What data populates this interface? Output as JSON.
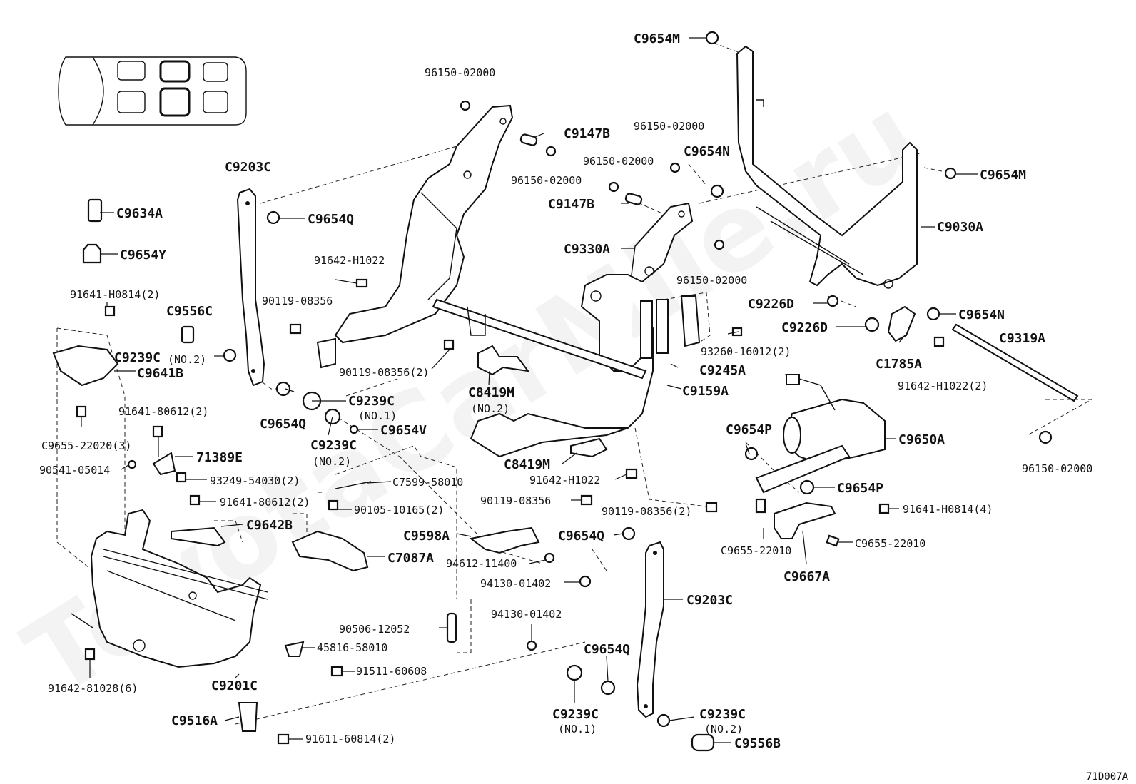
{
  "watermark": "ToyotaCarMile.ru",
  "diagram_code": "71D007A",
  "labels": {
    "C9654M_top": "C9654M",
    "p96150_a": "96150-02000",
    "C9147B_a": "C9147B",
    "p96150_b": "96150-02000",
    "p96150_c": "96150-02000",
    "C9654N_a": "C9654N",
    "p96150_d": "96150-02000",
    "C9654M_r": "C9654M",
    "C9147B_b": "C9147B",
    "C9030A": "C9030A",
    "C9203C_a": "C9203C",
    "C9654Q_a": "C9654Q",
    "C9330A": "C9330A",
    "p96150_e": "96150-02000",
    "C9634A": "C9634A",
    "C9654Y": "C9654Y",
    "p91642_H1022_a": "91642-H1022",
    "C9226D_a": "C9226D",
    "C9654N_b": "C9654N",
    "p91641_H0814_2": "91641-H0814(2)",
    "p90119_a": "90119-08356",
    "C9226D_b": "C9226D",
    "C9319A": "C9319A",
    "C9556C": "C9556C",
    "p93260": "93260-16012(2)",
    "C1785A": "C1785A",
    "C9239C_no2_a": "C9239C",
    "no2_a": "(NO.2)",
    "C9641B": "C9641B",
    "p90119_2_a": "90119-08356(2)",
    "C9245A": "C9245A",
    "p91642_H1022_2": "91642-H1022(2)",
    "C9159A": "C9159A",
    "C8419M_a": "C8419M",
    "no2_b": "(NO.2)",
    "C9239C_no1_a": "C9239C",
    "no1_a": "(NO.1)",
    "p91641_80612_2a": "91641-80612(2)",
    "C9654Q_b": "C9654Q",
    "C9654V": "C9654V",
    "C9654P_a": "C9654P",
    "C9650A": "C9650A",
    "C9655_22020": "C9655-22020(3)",
    "C9239C_no2_b": "C9239C",
    "no2_c": "(NO.2)",
    "p96150_f": "96150-02000",
    "p71389E": "71389E",
    "C8419M_b": "C8419M",
    "p90541": "90541-05014",
    "p91642_H1022_b": "91642-H1022",
    "p93249": "93249-54030(2)",
    "C7599": "C7599-58010",
    "C9654P_b": "C9654P",
    "p91641_80612_2b": "91641-80612(2)",
    "p90119_b": "90119-08356",
    "p90119_2_b": "90119-08356(2)",
    "p90105": "90105-10165(2)",
    "p91641_H0814_4": "91641-H0814(4)",
    "C9642B": "C9642B",
    "C9598A": "C9598A",
    "C9654Q_c": "C9654Q",
    "C9655_22010_a": "C9655-22010",
    "C9655_22010_b": "C9655-22010",
    "C7087A": "C7087A",
    "p94612": "94612-11400",
    "C9667A": "C9667A",
    "p94130_a": "94130-01402",
    "C9203C_b": "C9203C",
    "p94130_b": "94130-01402",
    "p90506": "90506-12052",
    "p45816": "45816-58010",
    "C9654Q_d": "C9654Q",
    "p91511": "91511-60608",
    "p91642_81028": "91642-81028(6)",
    "C9201C": "C9201C",
    "C9239C_no1_b": "C9239C",
    "no1_b": "(NO.1)",
    "C9239C_no2_c": "C9239C",
    "no2_d": "(NO.2)",
    "C9516A": "C9516A",
    "p91611": "91611-60814(2)",
    "C9556B": "C9556B"
  }
}
